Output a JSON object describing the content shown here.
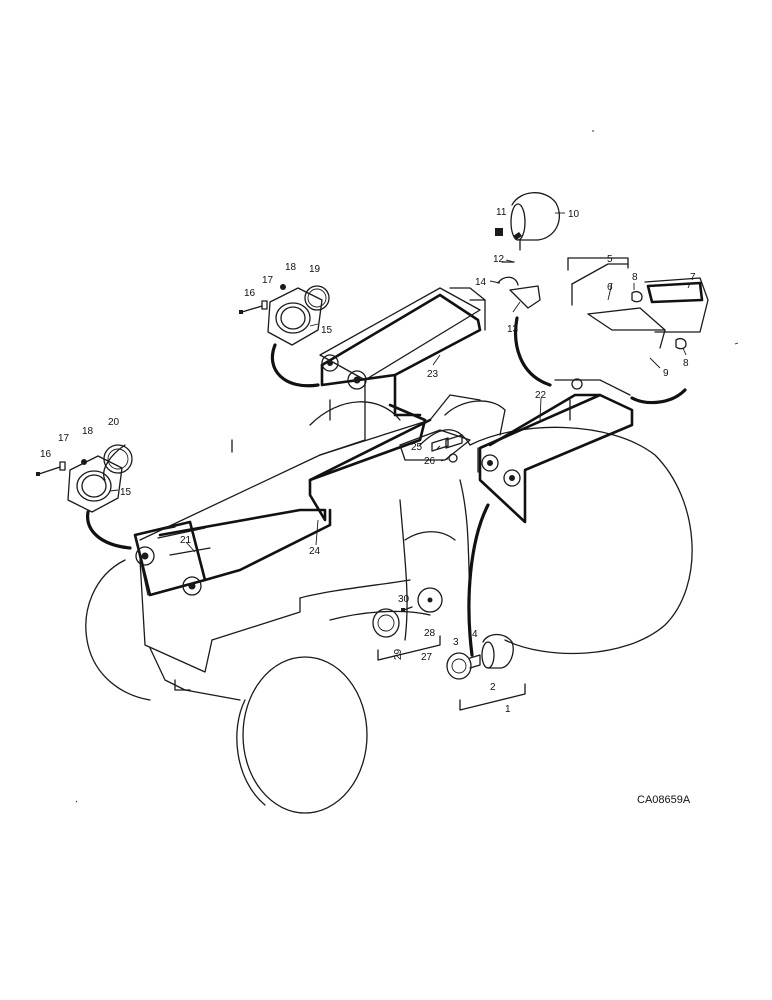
{
  "drawing_code": "CA08659A",
  "callouts": [
    {
      "id": "c1",
      "text": "1"
    },
    {
      "id": "c2",
      "text": "2"
    },
    {
      "id": "c3",
      "text": "3"
    },
    {
      "id": "c4",
      "text": "4"
    },
    {
      "id": "c5",
      "text": "5"
    },
    {
      "id": "c6",
      "text": "6"
    },
    {
      "id": "c7",
      "text": "7"
    },
    {
      "id": "c8a",
      "text": "8"
    },
    {
      "id": "c8b",
      "text": "8"
    },
    {
      "id": "c9",
      "text": "9"
    },
    {
      "id": "c10",
      "text": "10"
    },
    {
      "id": "c11",
      "text": "11"
    },
    {
      "id": "c12",
      "text": "12"
    },
    {
      "id": "c13",
      "text": "13"
    },
    {
      "id": "c14",
      "text": "14"
    },
    {
      "id": "c15a",
      "text": "15"
    },
    {
      "id": "c15b",
      "text": "15"
    },
    {
      "id": "c16a",
      "text": "16"
    },
    {
      "id": "c16b",
      "text": "16"
    },
    {
      "id": "c17a",
      "text": "17"
    },
    {
      "id": "c17b",
      "text": "17"
    },
    {
      "id": "c18a",
      "text": "18"
    },
    {
      "id": "c18b",
      "text": "18"
    },
    {
      "id": "c19",
      "text": "19"
    },
    {
      "id": "c20",
      "text": "20"
    },
    {
      "id": "c21",
      "text": "21"
    },
    {
      "id": "c22",
      "text": "22"
    },
    {
      "id": "c23",
      "text": "23"
    },
    {
      "id": "c24",
      "text": "24"
    },
    {
      "id": "c25",
      "text": "25"
    },
    {
      "id": "c26",
      "text": "26"
    },
    {
      "id": "c27",
      "text": "27"
    },
    {
      "id": "c28",
      "text": "28"
    },
    {
      "id": "c29",
      "text": "29"
    },
    {
      "id": "c30",
      "text": "30"
    }
  ]
}
